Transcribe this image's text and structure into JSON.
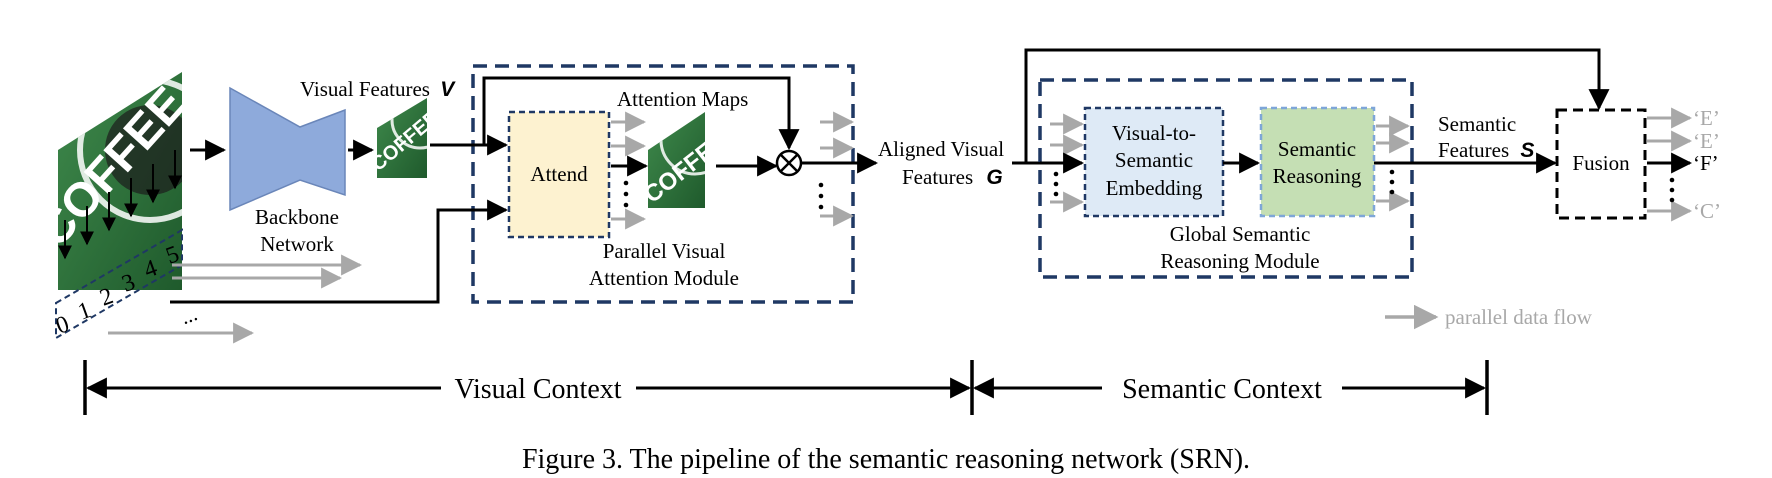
{
  "labels": {
    "visual_features": "Visual Features",
    "visual_features_sym": "V",
    "backbone_line1": "Backbone",
    "backbone_line2": "Network",
    "attention_maps": "Attention Maps",
    "attend": "Attend",
    "pvam_line1": "Parallel Visual",
    "pvam_line2": "Attention Module",
    "aligned_line1": "Aligned Visual",
    "aligned_line2": "Features",
    "aligned_sym": "G",
    "v2s_line1": "Visual-to-",
    "v2s_line2": "Semantic",
    "v2s_line3": "Embedding",
    "sr_line1": "Semantic",
    "sr_line2": "Reasoning",
    "gsrm_line1": "Global Semantic",
    "gsrm_line2": "Reasoning Module",
    "semantic_features_line1": "Semantic",
    "semantic_features_line2": "Features",
    "semantic_features_sym": "S",
    "fusion": "Fusion",
    "outputs": [
      "‘E’",
      "‘E’",
      "‘F’",
      "‘C’"
    ],
    "parallel_data_flow": "parallel data flow",
    "visual_context": "Visual Context",
    "semantic_context": "Semantic Context",
    "ellipsis": "...",
    "order_digits": [
      "0",
      "1",
      "2",
      "3",
      "4",
      "5"
    ],
    "image_text": "COFFEE"
  },
  "caption": "Figure 3. The pipeline of the semantic reasoning network (SRN).",
  "colors": {
    "backbone": "#8eaadb",
    "attend_fill": "#fdf2d0",
    "v2s_fill": "#deeaf6",
    "sr_fill": "#c5dfb4",
    "sr_border": "#7ea6d8",
    "dashed_box": "#1f3864",
    "gray_arrow": "#a8a8a8",
    "image_green": "#2e6b3a"
  }
}
